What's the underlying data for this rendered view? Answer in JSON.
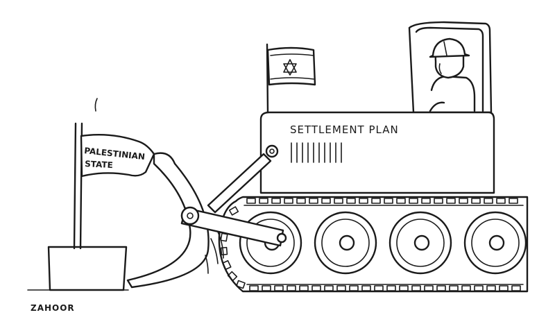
{
  "cartoon": {
    "bulldozer_label": "SETTLEMENT PLAN",
    "flag_text_line1": "PALESTINIAN",
    "flag_text_line2": "STATE",
    "signature": "ZAHOOR",
    "colors": {
      "ink": "#1a1a1a",
      "paper": "#ffffff"
    },
    "icons": [
      "star-of-david-icon",
      "hard-hat-icon"
    ]
  }
}
